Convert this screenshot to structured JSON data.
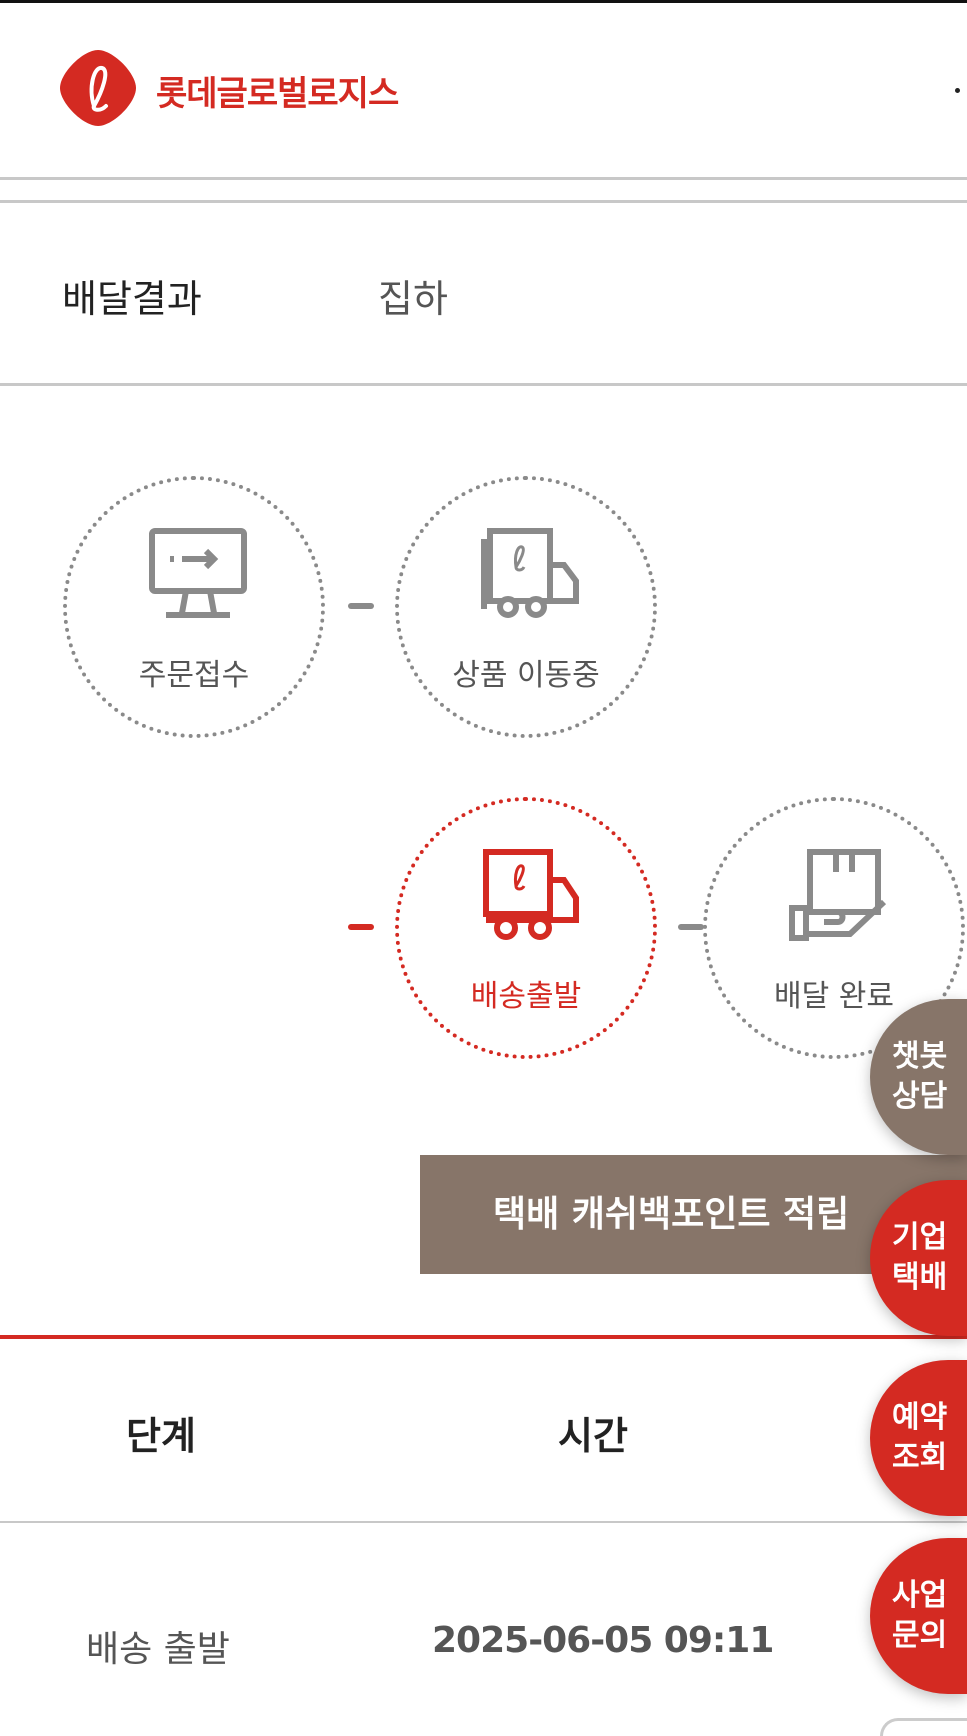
{
  "header": {
    "logo_text": "롯데글로벌로지스"
  },
  "tabs": [
    {
      "label": "배달결과"
    },
    {
      "label": "집하"
    }
  ],
  "steps": [
    {
      "label": "주문접수",
      "icon": "monitor-icon",
      "active": false
    },
    {
      "label": "상품 이동중",
      "icon": "truck-icon",
      "active": false
    },
    {
      "label": "배송출발",
      "icon": "truck-icon",
      "active": true
    },
    {
      "label": "배달 완료",
      "icon": "package-hand-icon",
      "active": false
    }
  ],
  "cashback_button": "택배 캐쉬백포인트 적립",
  "table": {
    "headers": [
      "단계",
      "시간"
    ],
    "rows": [
      {
        "stage": "배송 출발",
        "time": "2025-06-05 09:11"
      }
    ]
  },
  "fabs": [
    {
      "line1": "챗봇",
      "line2": "상담"
    },
    {
      "line1": "기업",
      "line2": "택배"
    },
    {
      "line1": "예약",
      "line2": "조회"
    },
    {
      "line1": "사업",
      "line2": "문의"
    }
  ],
  "colors": {
    "brand_red": "#d42a22",
    "brown": "#877569",
    "gray": "#8a8a8a"
  }
}
